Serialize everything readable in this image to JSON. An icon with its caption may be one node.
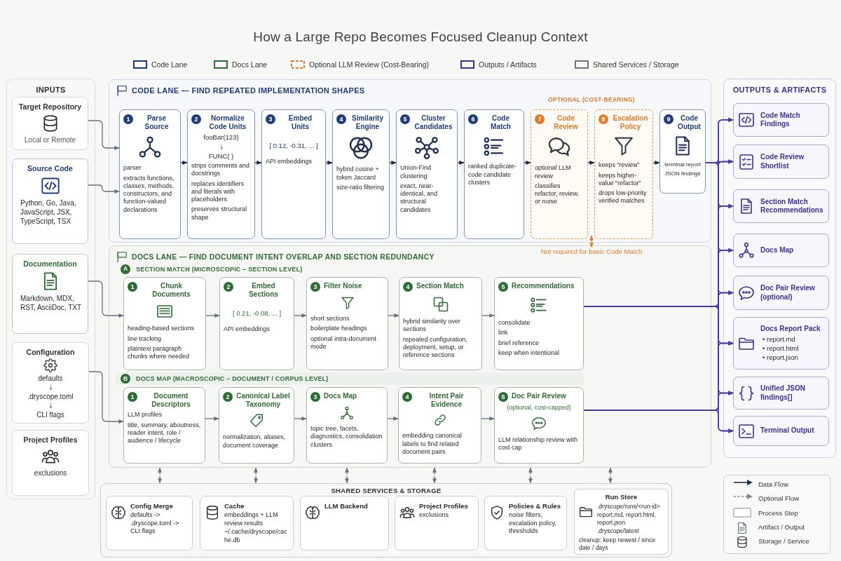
{
  "diagram": {
    "title": "How a Large Repo Becomes Focused Cleanup Context",
    "nodes": [
      {
        "text": [
          "INPUTS"
        ]
      },
      {
        "text": [
          "Target Repository",
          "Local or Remote"
        ],
        "in": 0
      },
      {
        "text": [
          "Source Code",
          "Python, Go, Java, JavaScript, JSX, TypeScript, TSX"
        ],
        "in": 0
      },
      {
        "text": [
          "Documentation",
          "Markdown, MDX, RST, AsciiDoc, TXT"
        ],
        "in": 0
      },
      {
        "text": [
          "Configuration",
          "defaults",
          ".dryscope.toml",
          "CLI flags"
        ],
        "in": 0
      },
      {
        "text": [
          "Project Profiles",
          "exclusions"
        ],
        "in": 0
      },
      {
        "text": [
          "CODE LANE — FIND REPEATED IMPLEMENTATION SHAPES"
        ]
      },
      {
        "text": [
          "1",
          "Parse Source",
          "parser",
          "extracts functions, classes, methods, constructors, and function-valued declarations"
        ],
        "in": 6
      },
      {
        "text": [
          "2",
          "Normalize Code Units",
          "fooBar(123)",
          "FUNC( )",
          "strips comments and docstrings",
          "replaces identifiers and literals with placeholders",
          "preserves structural shape"
        ],
        "in": 6
      },
      {
        "text": [
          "3",
          "Embed Units",
          "[ 0.12, -0.31, ... ]",
          "API embeddings"
        ],
        "in": 6
      },
      {
        "text": [
          "4",
          "Similarity Engine",
          "hybrid cosine + token Jaccard",
          "size-ratio filtering"
        ],
        "in": 6
      },
      {
        "text": [
          "5",
          "Cluster Candidates",
          "Union-Find clustering",
          "exact, near-identical, and structural candidates"
        ],
        "in": 6
      },
      {
        "text": [
          "6",
          "Code Match",
          "ranked duplicate-code candidate clusters"
        ],
        "in": 6
      },
      {
        "text": [
          "7",
          "Code Review",
          "optional LLM review",
          "classifies refactor, review, or noise"
        ],
        "in": 6
      },
      {
        "text": [
          "8",
          "Escalation Policy",
          "keeps “review”",
          "keeps higher-value “refactor”",
          "drops low-priority verified matches"
        ],
        "in": 6
      },
      {
        "text": [
          "9",
          "Code Output",
          "terminal report",
          "JSON findings"
        ],
        "in": 6
      },
      {
        "text": [
          "DOCS LANE — FIND DOCUMENT INTENT OVERLAP AND SECTION REDUNDANCY"
        ]
      },
      {
        "text": [
          "Not required for basic Code Match"
        ],
        "in": 16
      },
      {
        "text": [
          "A",
          "SECTION MATCH (MICROSCOPIC – SECTION LEVEL)"
        ],
        "in": 16
      },
      {
        "text": [
          "1",
          "Chunk Documents",
          "heading-based sections",
          "line tracking",
          "plaintext paragraph chunks where needed"
        ],
        "in": 16
      },
      {
        "text": [
          "2",
          "Embed Sections",
          "[ 0.21, -0.08, ... ]",
          "API embeddings"
        ],
        "in": 16
      },
      {
        "text": [
          "3",
          "Filter Noise",
          "short sections",
          "boilerplate headings",
          "optional intra-document mode"
        ],
        "in": 16
      },
      {
        "text": [
          "4",
          "Section Match",
          "hybrid similarity over sections",
          "repeated configuration, deployment, setup, or reference sections"
        ],
        "in": 16
      },
      {
        "text": [
          "5",
          "Recommendations",
          "consolidate",
          "link",
          "brief reference",
          "keep when intentional"
        ],
        "in": 16
      },
      {
        "text": [
          "B",
          "DOCS MAP (MACROSCOPIC – DOCUMENT / CORPUS LEVEL)"
        ],
        "in": 16
      },
      {
        "text": [
          "1",
          "Document Descriptors",
          "LLM profiles",
          "title, summary, aboutness, reader intent, role / audience / lifecycle"
        ],
        "in": 16
      },
      {
        "text": [
          "2",
          "Canonical Label Taxonomy",
          "normalization, aliases, document coverage"
        ],
        "in": 16
      },
      {
        "text": [
          "3",
          "Docs Map",
          "topic tree, facets, diagnostics, consolidation clusters"
        ],
        "in": 16
      },
      {
        "text": [
          "4",
          "Intent Pair Evidence",
          "embedding canonical labels to find related document pairs"
        ],
        "in": 16
      },
      {
        "text": [
          "5",
          "Doc Pair Review",
          "(optional, cost-capped)",
          "LLM relationship review with cost cap"
        ],
        "in": 16
      },
      {
        "text": [
          "OUTPUTS & ARTIFACTS"
        ]
      },
      {
        "text": [
          "Code Match Findings"
        ],
        "in": 30
      },
      {
        "text": [
          "Code Review Shortlist"
        ],
        "in": 30
      },
      {
        "text": [
          "Section Match Recommendations"
        ],
        "in": 30
      },
      {
        "text": [
          "Docs Map"
        ],
        "in": 30
      },
      {
        "text": [
          "Doc Pair Review (optional)"
        ],
        "in": 30
      },
      {
        "text": [
          "Docs Report Pack",
          "• report.md",
          "• report.html",
          "• report.json"
        ],
        "in": 30
      },
      {
        "text": [
          "Unified JSON findings[]"
        ],
        "in": 30
      },
      {
        "text": [
          "Terminal Output"
        ],
        "in": 30
      },
      {
        "text": [
          "SHARED SERVICES & STORAGE"
        ]
      },
      {
        "text": [
          "Config Merge",
          "defaults -> .dryscope.toml -> CLI flags"
        ],
        "in": 39
      },
      {
        "text": [
          "Cache",
          "embeddings + LLM review results",
          "~/.cache/dryscope/cache.db"
        ],
        "in": 39
      },
      {
        "text": [
          "LLM Backend"
        ],
        "in": 39
      },
      {
        "text": [
          "Project Profiles",
          "exclusions"
        ],
        "in": 39
      },
      {
        "text": [
          "Policies & Rules",
          "noise filters, escalation policy, thresholds"
        ],
        "in": 39
      },
      {
        "text": [
          "Run Store",
          ".dryscope/runs/<run-id>",
          "report.md, report.html, report.json",
          ".dryscope/latest",
          "cleanup: keep newest / since date / days"
        ],
        "in": 39
      }
    ],
    "edges": [
      {
        "from": 1,
        "to": 7,
        "arrow": "to"
      },
      {
        "from": 2,
        "to": 7,
        "arrow": "to"
      },
      {
        "from": 3,
        "to": 19,
        "arrow": "to"
      },
      {
        "from": 4,
        "to": 25,
        "arrow": "to"
      },
      {
        "from": 7,
        "to": 8,
        "arrow": "to",
        "color": "#1b2440"
      },
      {
        "from": 8,
        "to": 9,
        "arrow": "to",
        "color": "#1b2440"
      },
      {
        "from": 9,
        "to": 10,
        "arrow": "to",
        "color": "#1b2440"
      },
      {
        "from": 10,
        "to": 11,
        "arrow": "to",
        "color": "#1b2440"
      },
      {
        "from": 11,
        "to": 12,
        "arrow": "to",
        "color": "#1b2440"
      },
      {
        "from": 12,
        "to": 13,
        "arrow": "to",
        "color": "#1b2440"
      },
      {
        "from": 13,
        "to": 14,
        "arrow": "to",
        "color": "#1b2440"
      },
      {
        "from": 14,
        "to": 15,
        "arrow": "to",
        "color": "#1b2440"
      },
      {
        "from": 19,
        "to": 20,
        "arrow": "to"
      },
      {
        "from": 20,
        "to": 21,
        "arrow": "to"
      },
      {
        "from": 21,
        "to": 22,
        "arrow": "to"
      },
      {
        "from": 22,
        "to": 23,
        "arrow": "to"
      },
      {
        "from": 25,
        "to": 26,
        "arrow": "to"
      },
      {
        "from": 26,
        "to": 27,
        "arrow": "to"
      },
      {
        "from": 27,
        "to": 28,
        "arrow": "to"
      },
      {
        "from": 28,
        "to": 29,
        "arrow": "to"
      },
      {
        "from": 15,
        "to": 31,
        "arrow": "to",
        "color": "#4a3aa8"
      },
      {
        "from": 15,
        "to": 32,
        "arrow": "to",
        "color": "#4a3aa8"
      },
      {
        "from": 15,
        "to": 33,
        "arrow": "to",
        "color": "#4a3aa8"
      },
      {
        "from": 15,
        "to": 34,
        "arrow": "to",
        "color": "#4a3aa8"
      },
      {
        "from": 15,
        "to": 35,
        "arrow": "to",
        "color": "#4a3aa8"
      },
      {
        "from": 15,
        "to": 36,
        "arrow": "to",
        "color": "#4a3aa8"
      },
      {
        "from": 15,
        "to": 37,
        "arrow": "to",
        "color": "#4a3aa8"
      },
      {
        "from": 15,
        "to": 38,
        "arrow": "to",
        "color": "#4a3aa8"
      },
      {
        "from": 23,
        "to": 31,
        "arrow": "to",
        "color": "#4a3aa8"
      },
      {
        "from": 23,
        "to": 32,
        "arrow": "to",
        "color": "#4a3aa8"
      },
      {
        "from": 23,
        "to": 33,
        "arrow": "to",
        "color": "#4a3aa8"
      },
      {
        "from": 23,
        "to": 34,
        "arrow": "to",
        "color": "#4a3aa8"
      },
      {
        "from": 23,
        "to": 35,
        "arrow": "to",
        "color": "#4a3aa8"
      },
      {
        "from": 23,
        "to": 36,
        "arrow": "to",
        "color": "#4a3aa8"
      },
      {
        "from": 23,
        "to": 37,
        "arrow": "to",
        "color": "#4a3aa8"
      },
      {
        "from": 23,
        "to": 38,
        "arrow": "to",
        "color": "#4a3aa8"
      },
      {
        "from": 29,
        "to": 31,
        "arrow": "to",
        "color": "#4a3aa8"
      },
      {
        "from": 29,
        "to": 32,
        "arrow": "to",
        "color": "#4a3aa8"
      },
      {
        "from": 29,
        "to": 33,
        "arrow": "to",
        "color": "#4a3aa8"
      },
      {
        "from": 29,
        "to": 34,
        "arrow": "to",
        "color": "#4a3aa8"
      },
      {
        "from": 29,
        "to": 35,
        "arrow": "to",
        "color": "#4a3aa8"
      },
      {
        "from": 29,
        "to": 36,
        "arrow": "to",
        "color": "#4a3aa8"
      },
      {
        "from": 29,
        "to": 37,
        "arrow": "to",
        "color": "#4a3aa8"
      },
      {
        "from": 29,
        "to": 38,
        "arrow": "to",
        "color": "#4a3aa8"
      },
      {
        "from": 16,
        "to": 39,
        "arrow": "both",
        "style": "dashed"
      },
      {
        "from": 16,
        "to": 39,
        "arrow": "both",
        "style": "dashed"
      },
      {
        "from": 16,
        "to": 39,
        "arrow": "both",
        "style": "dashed"
      },
      {
        "from": 16,
        "to": 39,
        "arrow": "both",
        "style": "dashed"
      },
      {
        "from": 16,
        "to": 39,
        "arrow": "both",
        "style": "dashed"
      },
      {
        "from": 16,
        "to": 39,
        "arrow": "both",
        "style": "dashed"
      },
      {
        "from": null,
        "to": 17,
        "arrow": "both",
        "style": "dashed",
        "color": "#e07b2a"
      }
    ],
    "labels": [
      "OPTIONAL (COST-BEARING)"
    ],
    "legend": [
      {
        "text": "Code Lane",
        "color": "#1f3c7a"
      },
      {
        "text": "Docs Lane",
        "color": "#2f6b35"
      },
      {
        "text": "Optional LLM Review (Cost-Bearing)",
        "color": "#e07b2a"
      },
      {
        "text": "Outputs / Artifacts",
        "color": "#3f2f94"
      },
      {
        "text": "Shared Services / Storage",
        "color": "#6b7580"
      },
      {
        "text": "Data Flow"
      },
      {
        "text": "Optional Flow"
      },
      {
        "text": "Process Step"
      },
      {
        "text": "Artifact / Output"
      },
      {
        "text": "Storage / Service"
      }
    ]
  }
}
